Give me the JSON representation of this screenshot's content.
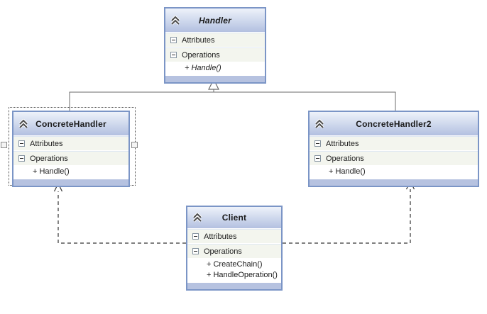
{
  "classes": [
    {
      "name": "Handler",
      "kind": "abstract-class",
      "attributes_label": "Attributes",
      "operations_label": "Operations",
      "methods": [
        "+ Handle()"
      ]
    },
    {
      "name": "ConcreteHandler",
      "kind": "class",
      "selected": true,
      "attributes_label": "Attributes",
      "operations_label": "Operations",
      "methods": [
        "+ Handle()"
      ]
    },
    {
      "name": "ConcreteHandler2",
      "kind": "class",
      "attributes_label": "Attributes",
      "operations_label": "Operations",
      "methods": [
        "+ Handle()"
      ]
    },
    {
      "name": "Client",
      "kind": "class",
      "attributes_label": "Attributes",
      "operations_label": "Operations",
      "methods": [
        "+ CreateChain()",
        "+ HandleOperation()"
      ]
    }
  ],
  "connectors": [
    {
      "type": "generalization",
      "from": "ConcreteHandler",
      "to": "Handler",
      "line": "solid",
      "head": "hollow-triangle"
    },
    {
      "type": "generalization",
      "from": "ConcreteHandler2",
      "to": "Handler",
      "line": "solid",
      "head": "hollow-triangle"
    },
    {
      "type": "dependency",
      "from": "Client",
      "to": "ConcreteHandler",
      "line": "dashed",
      "head": "open-arrow"
    },
    {
      "type": "dependency",
      "from": "Client",
      "to": "ConcreteHandler2",
      "line": "dashed",
      "head": "open-arrow"
    }
  ],
  "icons": {
    "collapse_chevron": "chevron-double-up-icon",
    "section_collapse": "minus-box-icon"
  },
  "colors": {
    "box-border": "#7b95c6",
    "header-top": "#eef2fa",
    "header-bottom": "#b3c0e0",
    "row-bg": "#f3f5ee",
    "footer-band": "#b6c2e0",
    "connector": "#6b6b6b",
    "dashed": "#333333",
    "canvas-bg": "#ffffff",
    "text": "#1b1b1b"
  }
}
